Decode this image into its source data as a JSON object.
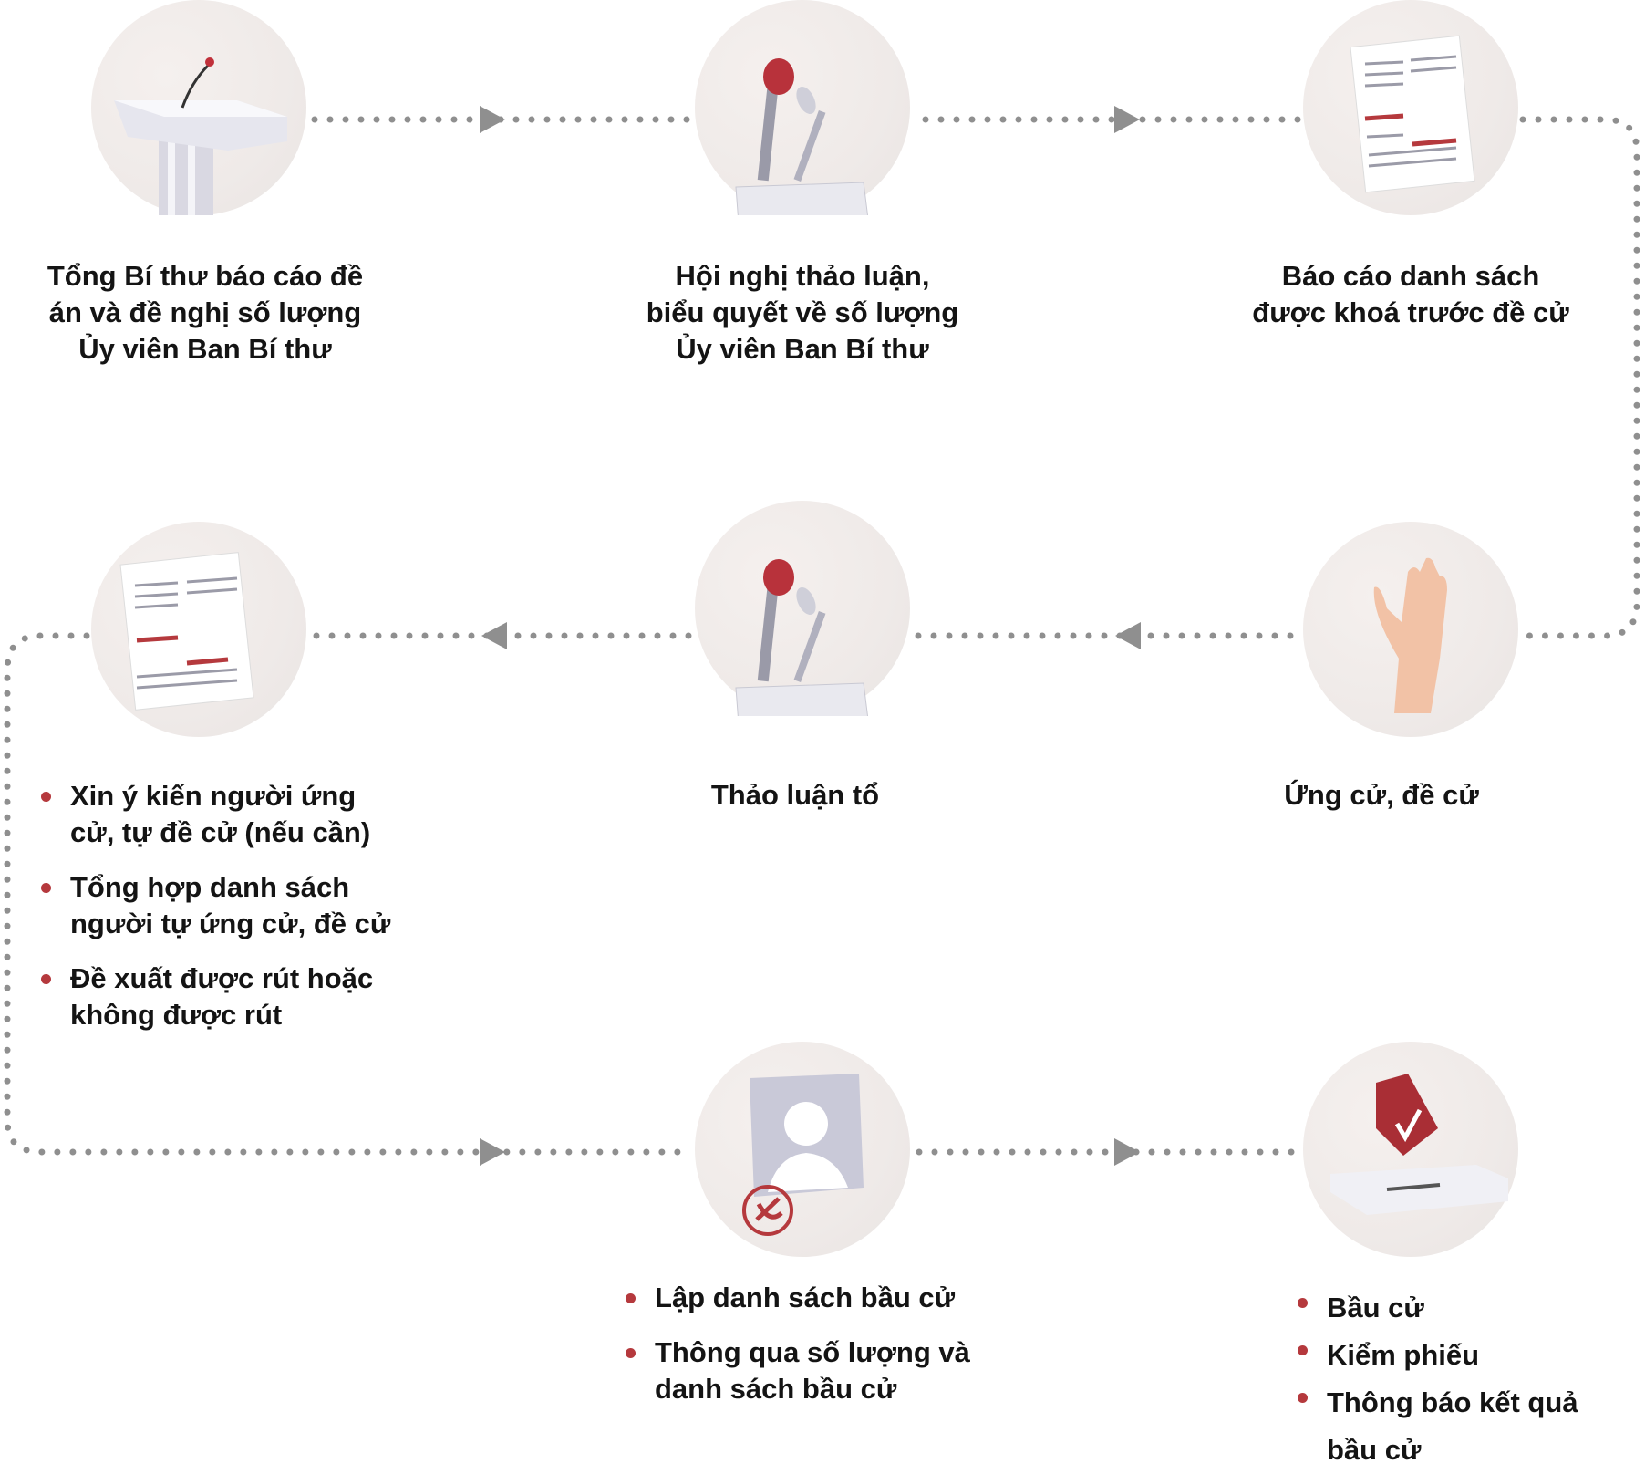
{
  "colors": {
    "accent": "#b5393d",
    "connector": "#8f8f8f",
    "text": "#141414"
  },
  "steps": [
    {
      "icon": "podium-icon",
      "label_lines": [
        "Tổng Bí thư báo cáo đề",
        "án và đề nghị số lượng",
        "Ủy viên Ban Bí thư"
      ]
    },
    {
      "icon": "microphones-icon",
      "label_lines": [
        "Hội nghị thảo luận,",
        "biểu quyết về số lượng",
        "Ủy viên Ban Bí thư"
      ]
    },
    {
      "icon": "documents-icon",
      "label_lines": [
        "Báo cáo danh sách",
        "được khoá trước đề cử"
      ]
    },
    {
      "icon": "raised-hand-icon",
      "label_lines": [
        "Ứng cử, đề cử"
      ]
    },
    {
      "icon": "microphones-icon",
      "label_lines": [
        "Thảo luận tổ"
      ]
    },
    {
      "icon": "documents-icon",
      "items": [
        "Xin ý kiến người ứng cử, tự đề cử (nếu cần)",
        "Tổng hợp danh sách người tự ứng cử, đề cử",
        "Đề xuất được rút hoặc không được rút"
      ]
    },
    {
      "icon": "candidate-portrait-icon",
      "items": [
        "Lập danh sách bầu cử",
        "Thông qua số lượng và danh sách bầu cử"
      ]
    },
    {
      "icon": "ballot-box-icon",
      "items": [
        "Bầu cử",
        "Kiểm phiếu",
        "Thông báo kết quả bầu cử"
      ]
    }
  ]
}
